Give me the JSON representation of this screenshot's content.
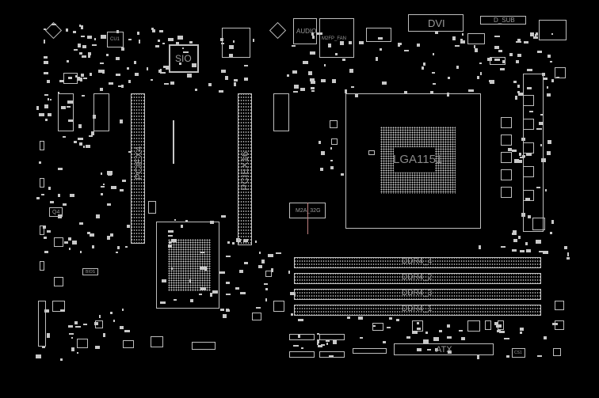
{
  "board": {
    "labels": {
      "audio": "AUDIO",
      "fan": "M2FP_FAN",
      "dvi": "DVI",
      "dsub": "D_SUB",
      "cu1": "CU1",
      "sio": "SIO",
      "pciex4": "PCIEX4",
      "pciex16": "PCIEX16",
      "m2": "M2A_32G",
      "cpu": "LGA1151",
      "ddr4_4": "DDR4_4",
      "ddr4_2": "DDR4_2",
      "ddr4_3": "DDR4_3",
      "ddr4_1": "DDR4_1",
      "atx": "ATX",
      "q4": "Q4",
      "bios": "BIOS",
      "cs1": "CS1"
    },
    "colors": {
      "background": "#000000",
      "outline": "#bdbdbd",
      "label": "#9a9a9a"
    }
  }
}
